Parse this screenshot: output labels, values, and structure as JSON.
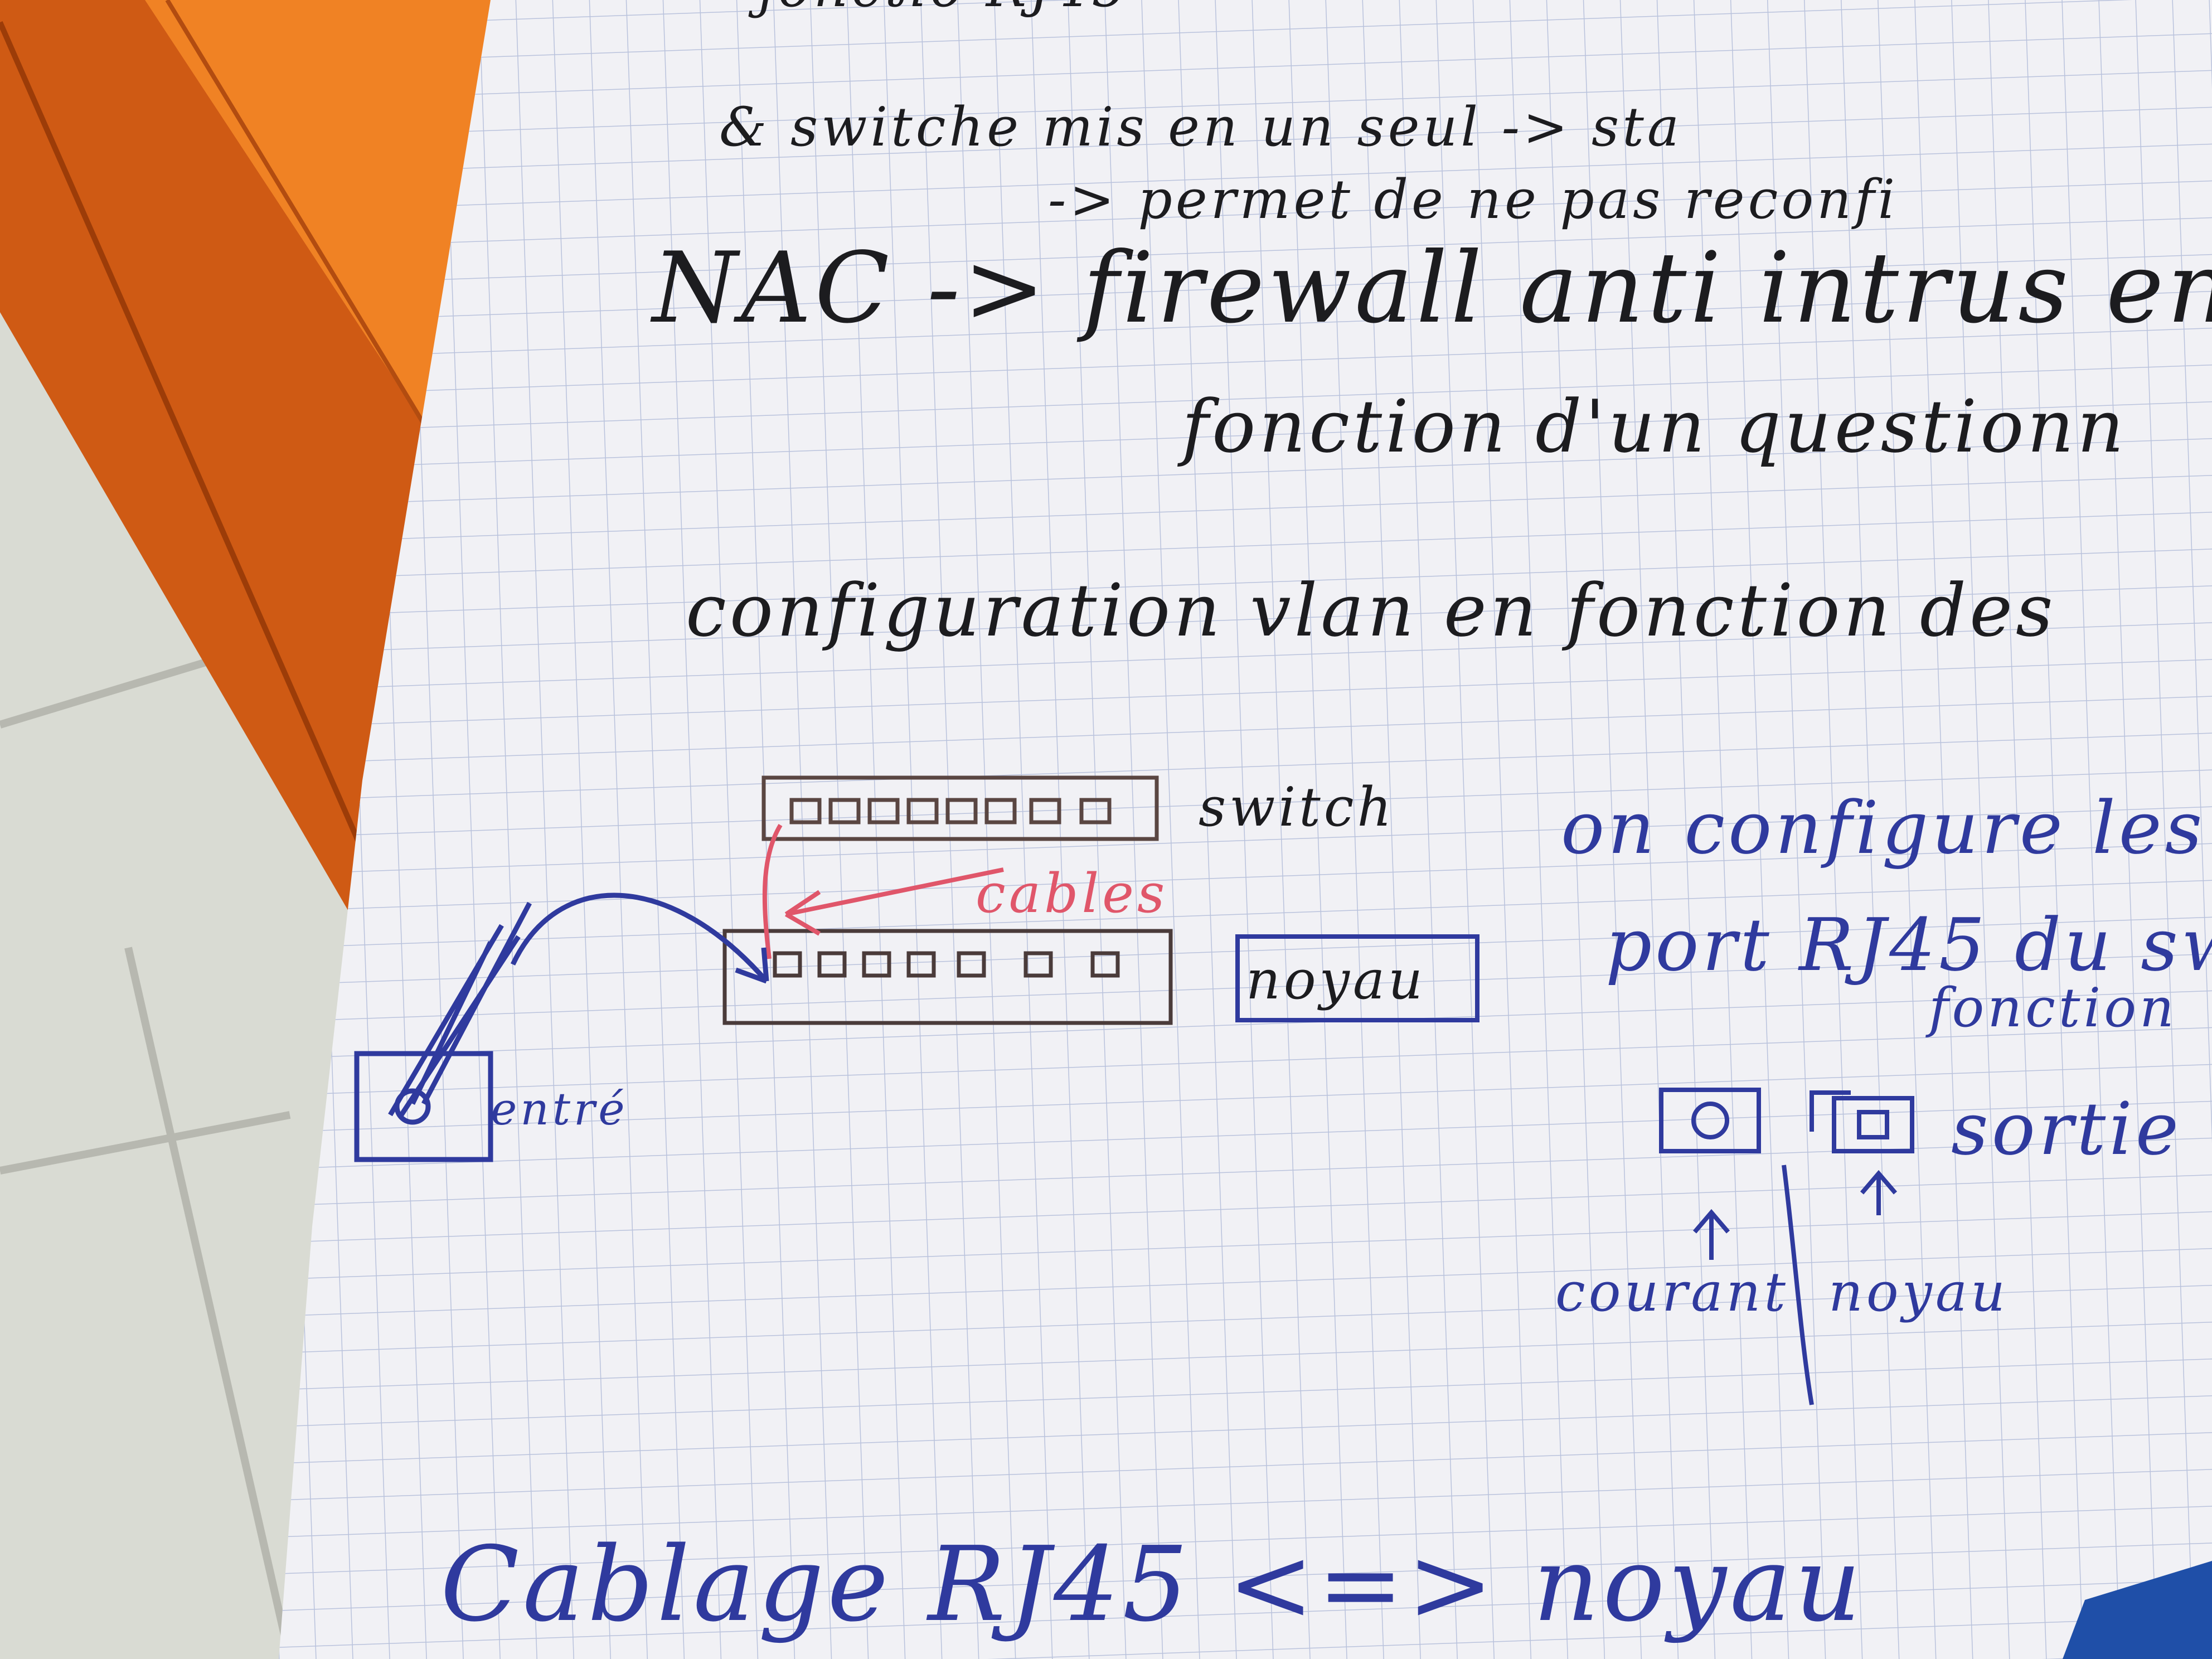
{
  "notes": {
    "top_fragment": "jonctio RJ45",
    "line1": "& switche mis en un seul -> sta",
    "line2": "-> permet de ne pas reconfi",
    "line3": "NAC -> firewall anti intrus en",
    "line4": "fonction d'un questionn",
    "line5": "configuration vlan en fonction des"
  },
  "diagram": {
    "switch_label": "switch",
    "cables_label": "cables",
    "noyau_label": "noyau",
    "entree_label": "entré"
  },
  "side_notes": {
    "line1": "on configure les",
    "line2": "port RJ45 du sw",
    "line3": "fonction",
    "sortie_label": "sortie",
    "courant_label": "courant",
    "noyau_label": "noyau"
  },
  "bottom": {
    "heading": "Cablage RJ45 <=> noyau"
  },
  "colors": {
    "ink_black": "#1c1c1f",
    "ink_blue": "#2f3a9e",
    "ink_red": "#e0566a",
    "paper": "#f1f1f5",
    "grid": "#b9c2dc",
    "desk": "#e06a16"
  }
}
